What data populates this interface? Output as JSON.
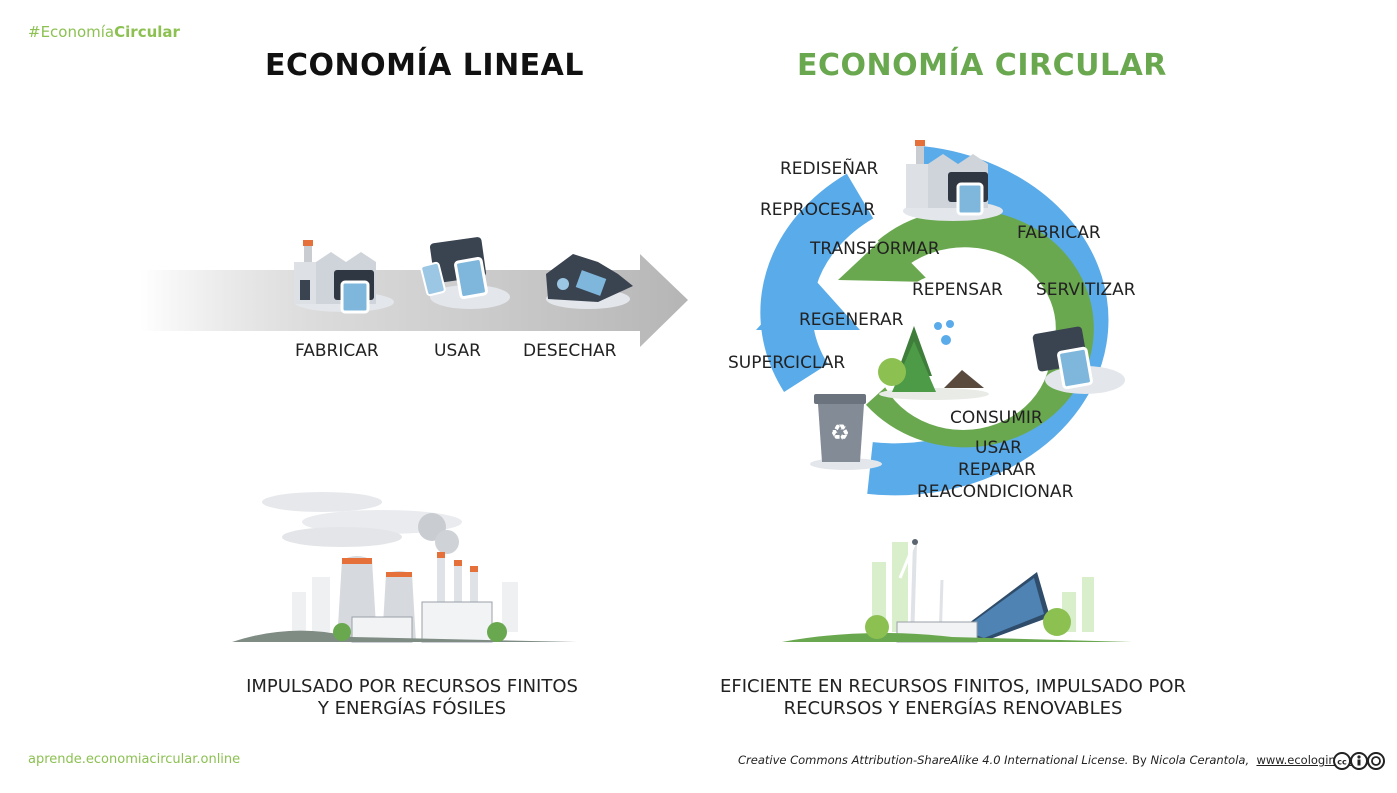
{
  "header": {
    "hashtag_prefix": "#Economía",
    "hashtag_bold": "Circular"
  },
  "linear": {
    "title": "ECONOMÍA LINEAL",
    "steps": [
      "FABRICAR",
      "USAR",
      "DESECHAR"
    ],
    "caption_line1": "IMPULSADO POR RECURSOS FINITOS",
    "caption_line2": "Y ENERGÍAS FÓSILES"
  },
  "circular": {
    "title": "ECONOMÍA CIRCULAR",
    "labels": {
      "redisenar": "REDISEÑAR",
      "reprocesar": "REPROCESAR",
      "transformar": "TRANSFORMAR",
      "fabricar": "FABRICAR",
      "repensar": "REPENSAR",
      "servitizar": "SERVITIZAR",
      "regenerar": "REGENERAR",
      "superciclar": "SUPERCICLAR",
      "consumir": "CONSUMIR",
      "usar": "USAR",
      "reparar": "REPARAR",
      "reacondicionar": "REACONDICIONAR"
    },
    "caption_line1": "EFICIENTE EN RECURSOS FINITOS, IMPULSADO POR",
    "caption_line2": "RECURSOS Y ENERGÍAS RENOVABLES"
  },
  "footer": {
    "site": "aprende.economiacircular.online",
    "license_italic": "Creative Commons Attribution-ShareAlike 4.0 International License.",
    "by": " By ",
    "author": "Nicola Cerantola,",
    "link": "www.ecologing.es"
  },
  "colors": {
    "green": "#6aa84f",
    "light_green": "#8cc152",
    "blue": "#5aabea",
    "gray_arrow": "#b9b9b9"
  }
}
